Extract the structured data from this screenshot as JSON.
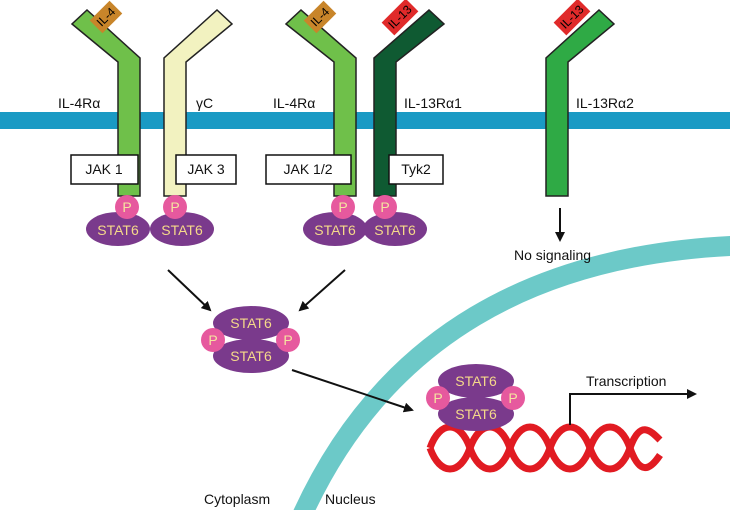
{
  "colors": {
    "membrane": "#1a9ac4",
    "nucleus": "#6cc9c8",
    "il4_receptor": "#6fc04a",
    "gamma_c": "#f2f2c0",
    "il13ra1": "#0f5a32",
    "il13ra2": "#2faa45",
    "il4_tag": "#c8852a",
    "il13_tag": "#e02a2a",
    "stat6": "#7a3a8c",
    "phospho": "#e6599e",
    "dna": "#e11b22"
  },
  "receptors": {
    "r1": {
      "ligand": "IL-4",
      "label": "IL-4Rα",
      "jak": "JAK 1"
    },
    "r2": {
      "label": "γC",
      "jak": "JAK 3"
    },
    "r3": {
      "ligand": "IL-4",
      "label": "IL-4Rα",
      "jak": "JAK 1/2"
    },
    "r4": {
      "ligand": "IL-13",
      "label": "IL-13Rα1",
      "jak": "Tyk2"
    },
    "r5": {
      "ligand": "IL-13",
      "label": "IL-13Rα2"
    }
  },
  "stat6_label": "STAT6",
  "phospho_label": "P",
  "no_signaling": "No signaling",
  "transcription": "Transcription",
  "compartments": {
    "cytoplasm": "Cytoplasm",
    "nucleus": "Nucleus"
  }
}
